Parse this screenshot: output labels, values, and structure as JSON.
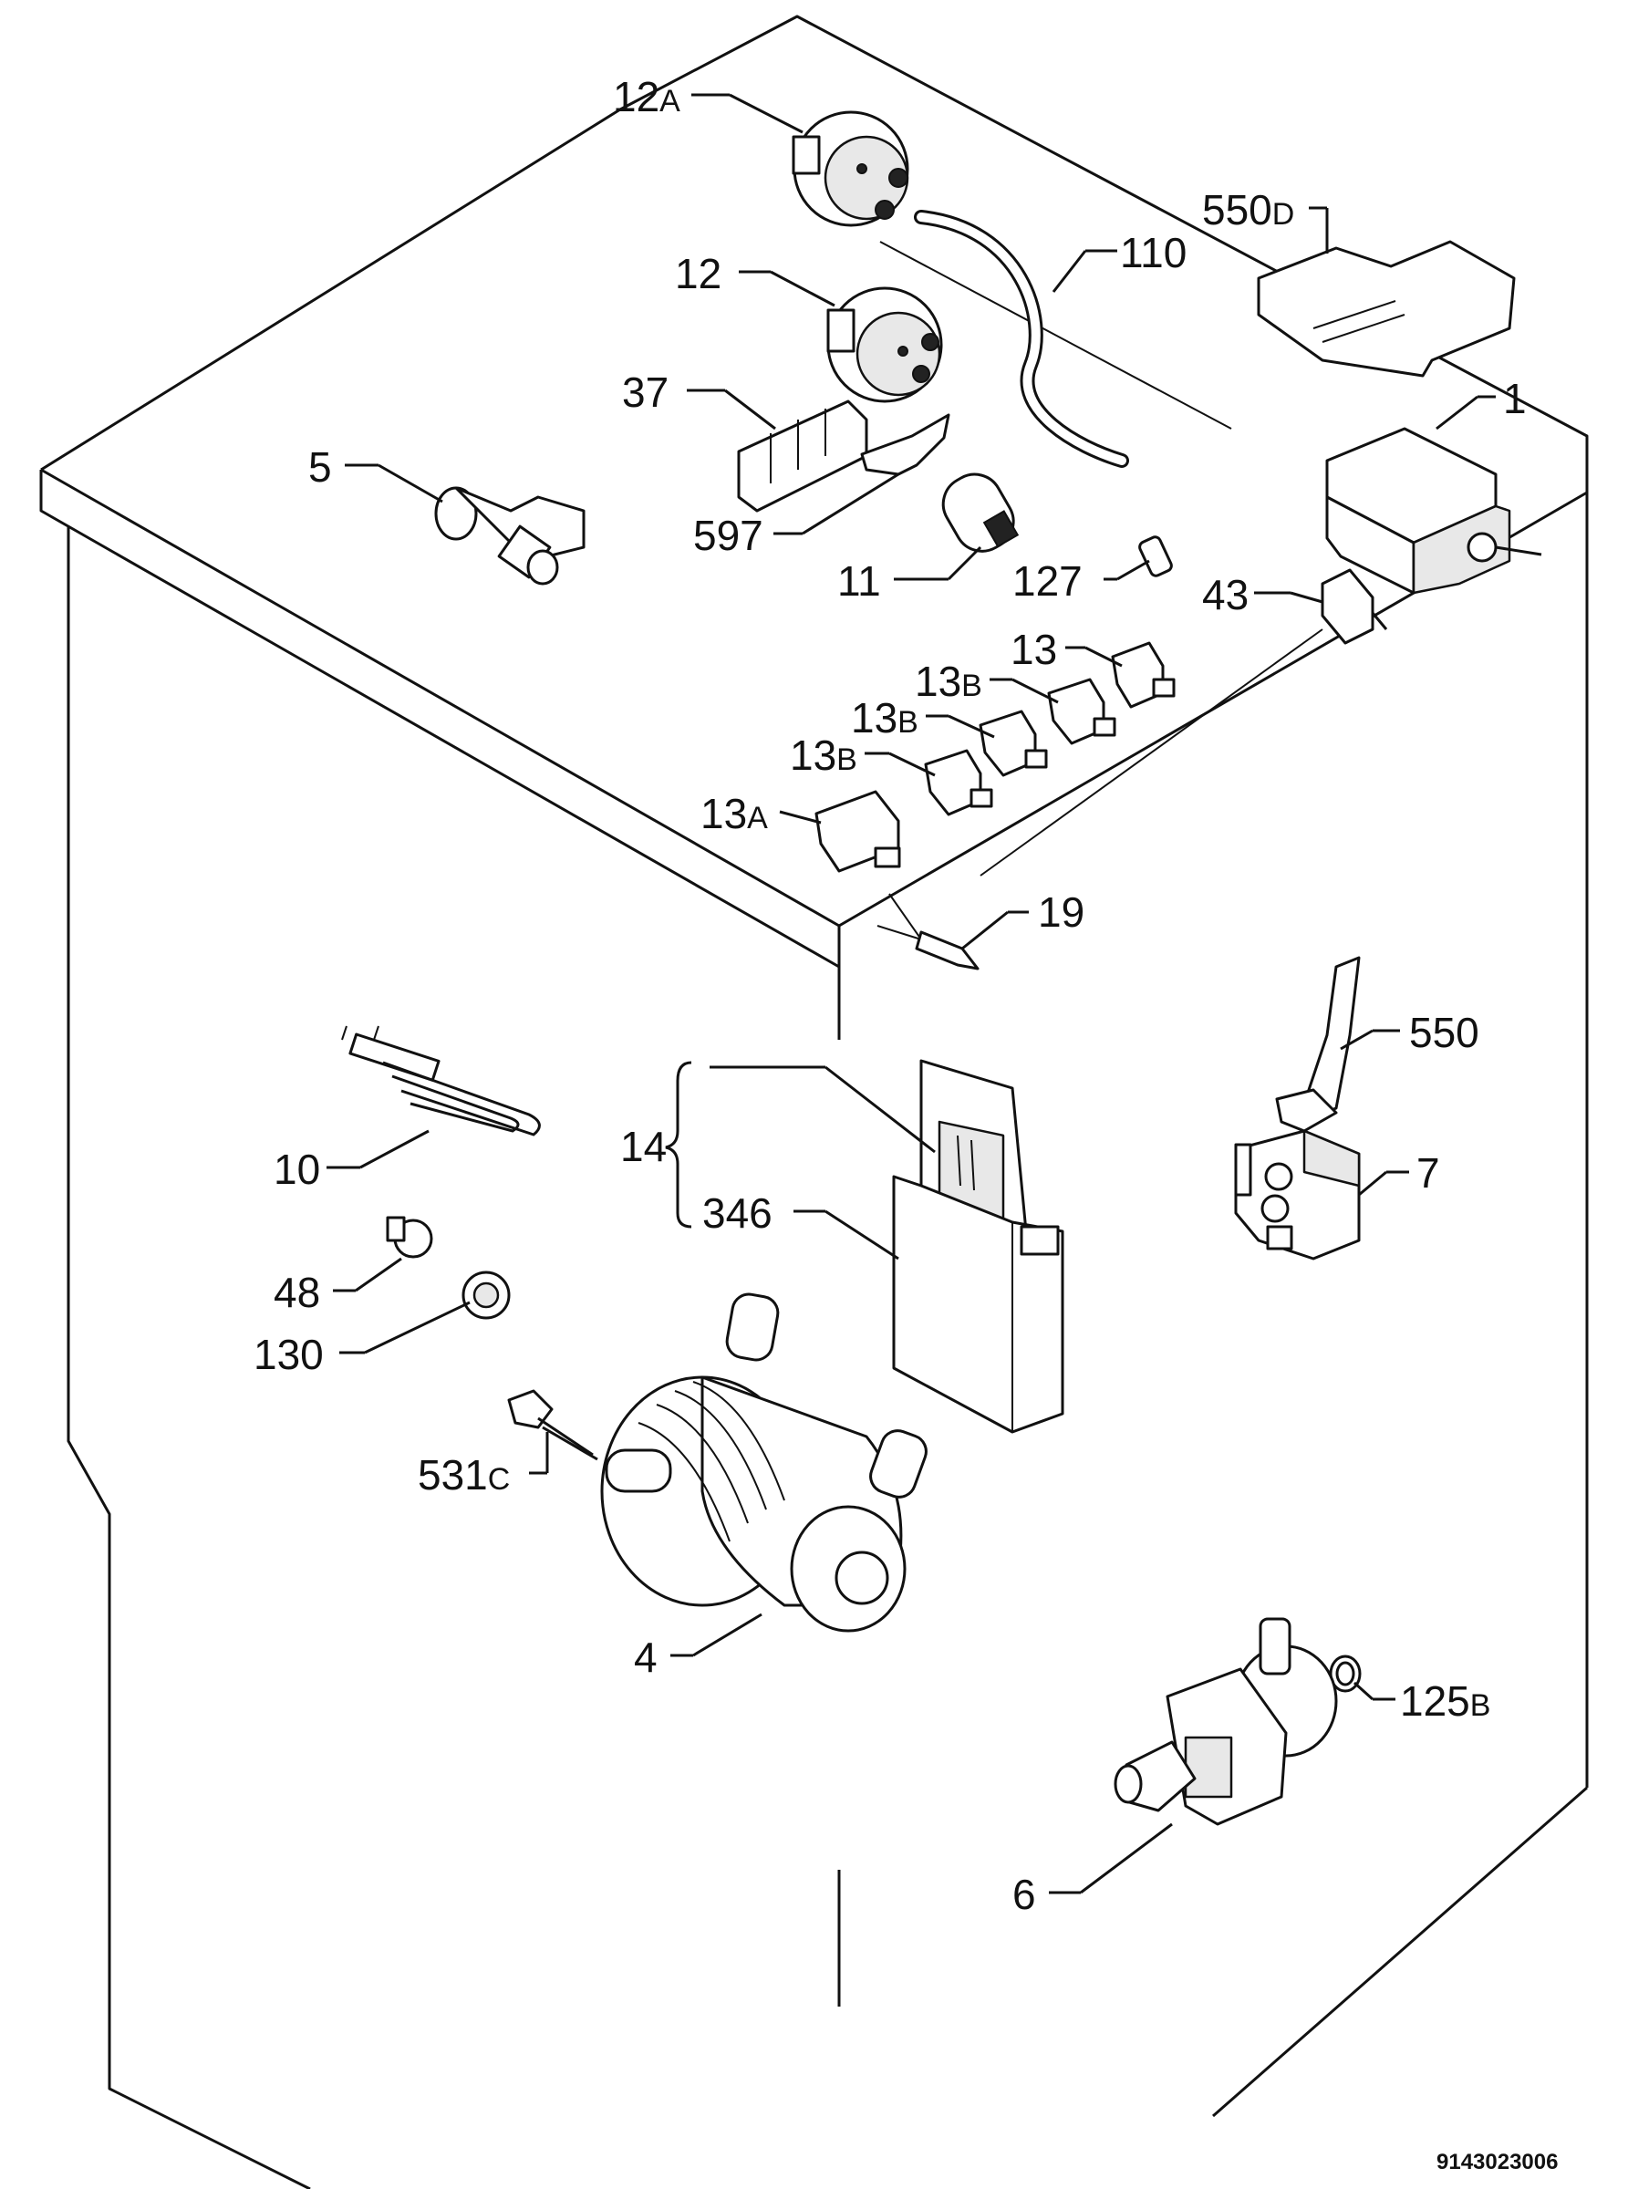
{
  "document_number": "9143023006",
  "labels": [
    {
      "id": "12A",
      "num": "12",
      "suffix": "A"
    },
    {
      "id": "12",
      "num": "12",
      "suffix": ""
    },
    {
      "id": "110",
      "num": "110",
      "suffix": ""
    },
    {
      "id": "550D",
      "num": "550",
      "suffix": "D"
    },
    {
      "id": "37",
      "num": "37",
      "suffix": ""
    },
    {
      "id": "1",
      "num": "1",
      "suffix": ""
    },
    {
      "id": "5",
      "num": "5",
      "suffix": ""
    },
    {
      "id": "597",
      "num": "597",
      "suffix": ""
    },
    {
      "id": "11",
      "num": "11",
      "suffix": ""
    },
    {
      "id": "127",
      "num": "127",
      "suffix": ""
    },
    {
      "id": "43",
      "num": "43",
      "suffix": ""
    },
    {
      "id": "13",
      "num": "13",
      "suffix": ""
    },
    {
      "id": "13B-1",
      "num": "13",
      "suffix": "B"
    },
    {
      "id": "13B-2",
      "num": "13",
      "suffix": "B"
    },
    {
      "id": "13B-3",
      "num": "13",
      "suffix": "B"
    },
    {
      "id": "13A",
      "num": "13",
      "suffix": "A"
    },
    {
      "id": "19",
      "num": "19",
      "suffix": ""
    },
    {
      "id": "550",
      "num": "550",
      "suffix": ""
    },
    {
      "id": "10",
      "num": "10",
      "suffix": ""
    },
    {
      "id": "14",
      "num": "14",
      "suffix": ""
    },
    {
      "id": "7",
      "num": "7",
      "suffix": ""
    },
    {
      "id": "346",
      "num": "346",
      "suffix": ""
    },
    {
      "id": "48",
      "num": "48",
      "suffix": ""
    },
    {
      "id": "130",
      "num": "130",
      "suffix": ""
    },
    {
      "id": "531C",
      "num": "531",
      "suffix": "C"
    },
    {
      "id": "4",
      "num": "4",
      "suffix": ""
    },
    {
      "id": "125B",
      "num": "125",
      "suffix": "B"
    },
    {
      "id": "6",
      "num": "6",
      "suffix": ""
    }
  ]
}
